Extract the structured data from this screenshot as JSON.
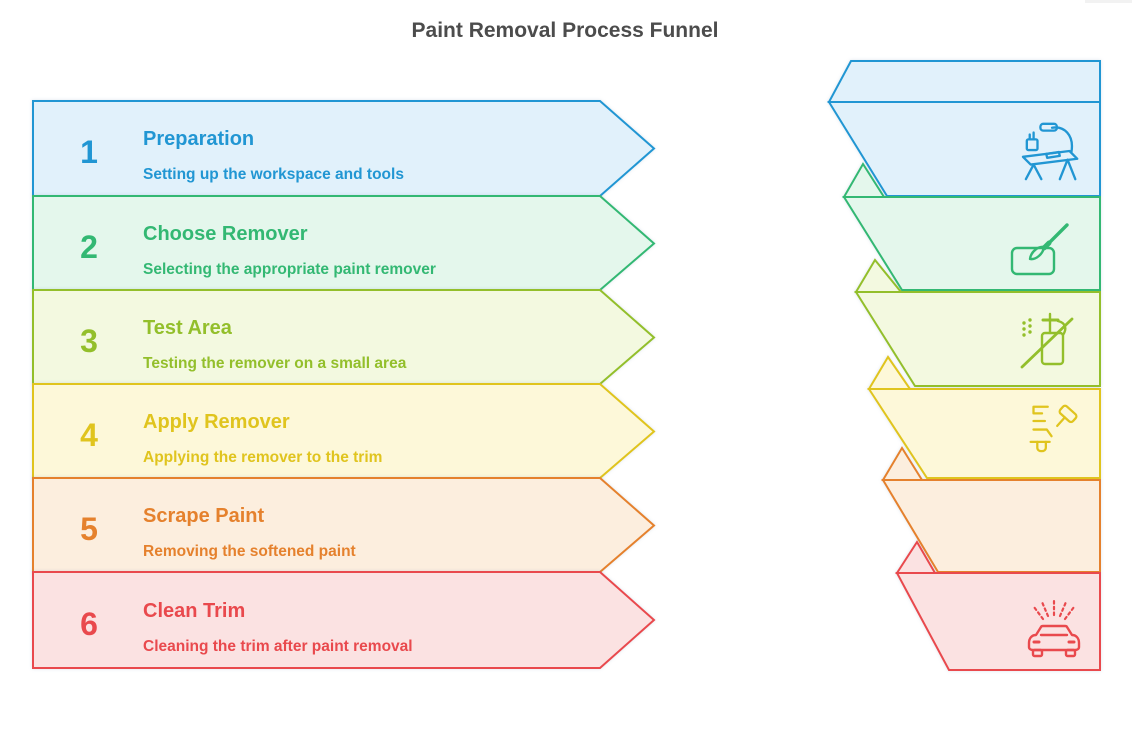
{
  "title": "Paint Removal Process Funnel",
  "steps": [
    {
      "number": "1",
      "title": "Preparation",
      "description": "Setting up the workspace and tools",
      "stroke": "#2196d3",
      "fill": "#e1f1fb",
      "icon": "workbench-icon"
    },
    {
      "number": "2",
      "title": "Choose Remover",
      "description": "Selecting the appropriate paint remover",
      "stroke": "#33b873",
      "fill": "#e4f7ec",
      "icon": "paint-brush-icon"
    },
    {
      "number": "3",
      "title": "Test Area",
      "description": "Testing the remover on a small area",
      "stroke": "#93bf2b",
      "fill": "#f3f9e0",
      "icon": "spray-bottle-icon"
    },
    {
      "number": "4",
      "title": "Apply Remover",
      "description": "Applying the remover to the trim",
      "stroke": "#e0c41e",
      "fill": "#fdf8d9",
      "icon": "mallet-trim-icon"
    },
    {
      "number": "5",
      "title": "Scrape Paint",
      "description": "Removing the softened paint",
      "stroke": "#e5812d",
      "fill": "#fceede",
      "icon": null
    },
    {
      "number": "6",
      "title": "Clean Trim",
      "description": "Cleaning the trim after paint removal",
      "stroke": "#e9494d",
      "fill": "#fbe2e2",
      "icon": "car-wash-icon"
    }
  ]
}
